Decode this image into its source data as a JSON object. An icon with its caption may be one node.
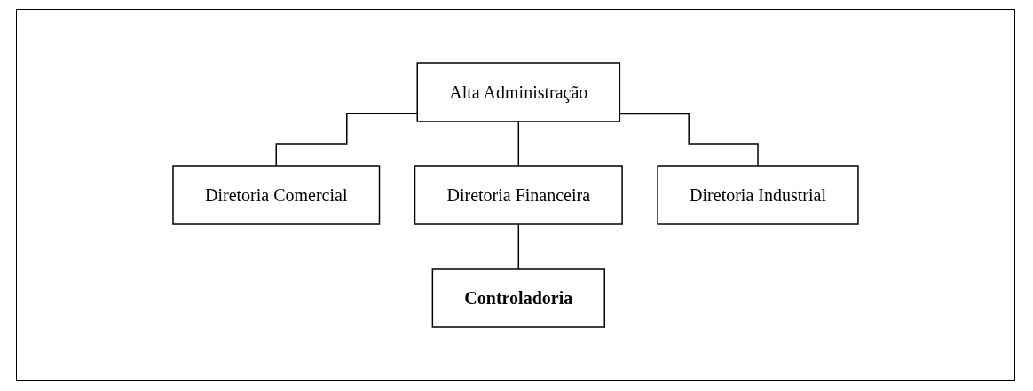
{
  "diagram": {
    "nodes": [
      {
        "text": [
          "Alta Administração"
        ]
      },
      {
        "text": [
          "Diretoria Comercial"
        ]
      },
      {
        "text": [
          "Diretoria Financeira"
        ]
      },
      {
        "text": [
          "Diretoria Industrial"
        ]
      },
      {
        "text": [
          "Controladoria"
        ]
      }
    ],
    "edges": [
      {
        "from": 0,
        "to": 1,
        "arrow": "none"
      },
      {
        "from": 0,
        "to": 2,
        "arrow": "none"
      },
      {
        "from": 0,
        "to": 3,
        "arrow": "none"
      },
      {
        "from": 2,
        "to": 4,
        "arrow": "none"
      }
    ]
  }
}
